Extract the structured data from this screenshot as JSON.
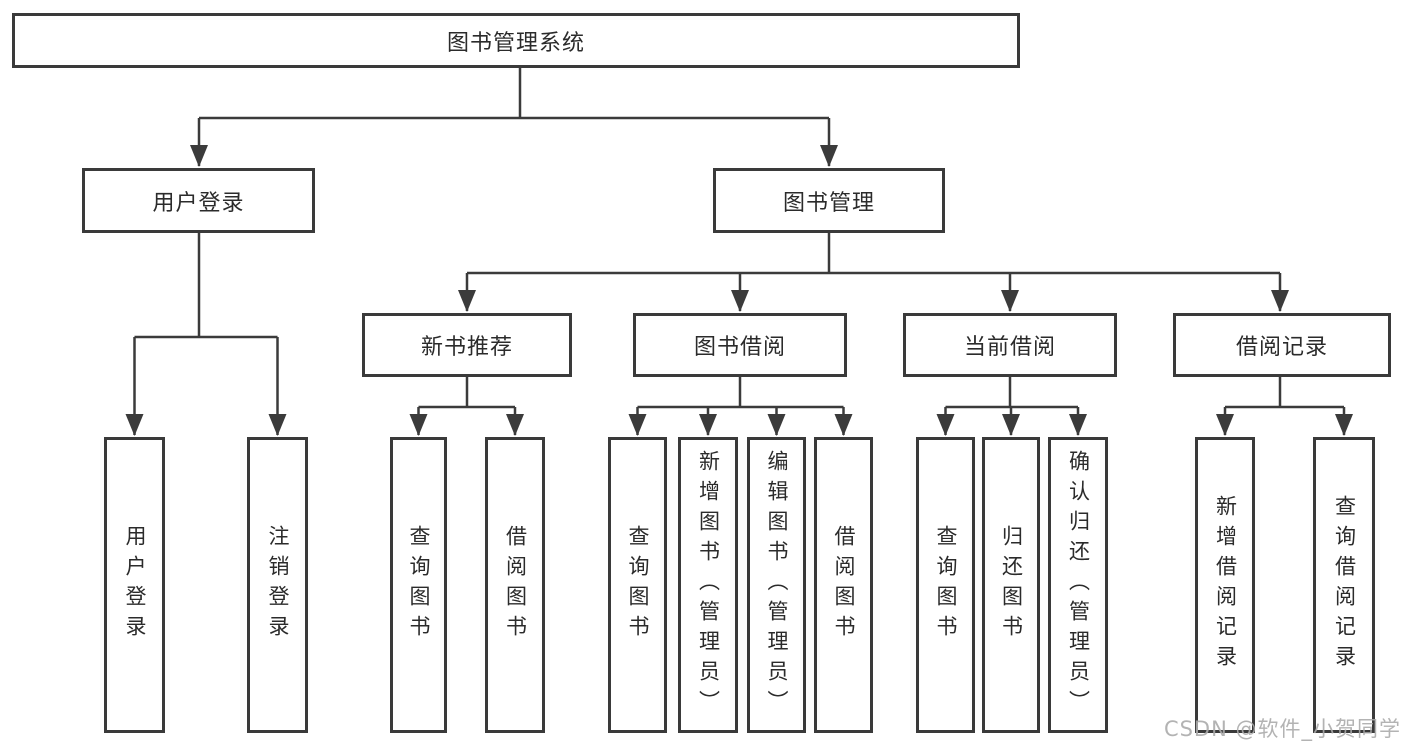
{
  "title": {
    "label": "图书管理系统"
  },
  "branches": [
    {
      "label": "用户登录",
      "children": [
        {
          "label": "用户登录"
        },
        {
          "label": "注销登录"
        }
      ]
    },
    {
      "label": "图书管理",
      "children": [
        {
          "label": "新书推荐",
          "children": [
            {
              "label": "查询图书"
            },
            {
              "label": "借阅图书"
            }
          ]
        },
        {
          "label": "图书借阅",
          "children": [
            {
              "label": "查询图书"
            },
            {
              "label": "新增图书（管理员）"
            },
            {
              "label": "编辑图书（管理员）"
            },
            {
              "label": "借阅图书"
            }
          ]
        },
        {
          "label": "当前借阅",
          "children": [
            {
              "label": "查询图书"
            },
            {
              "label": "归还图书"
            },
            {
              "label": "确认归还（管理员）"
            }
          ]
        },
        {
          "label": "借阅记录",
          "children": [
            {
              "label": "新增借阅记录"
            },
            {
              "label": "查询借阅记录"
            }
          ]
        }
      ]
    }
  ],
  "watermark": "CSDN @软件_小贺同学",
  "colors": {
    "line": "#3b3b3b",
    "box_border": "#3a3a3a",
    "text": "#2b2b2b",
    "watermark": "#ababab",
    "background": "#ffffff"
  }
}
